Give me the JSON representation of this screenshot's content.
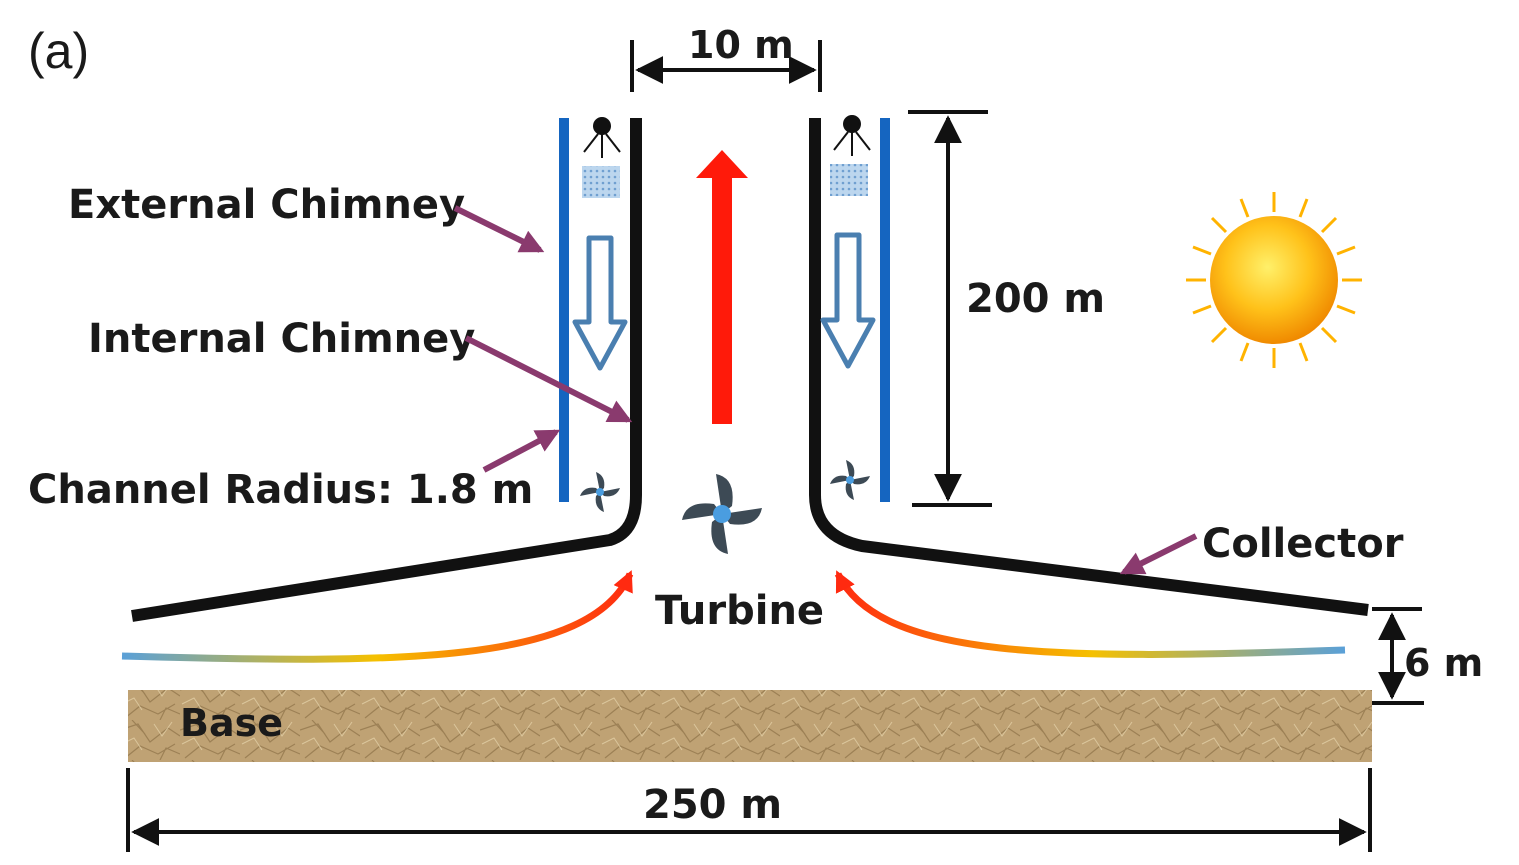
{
  "figure": {
    "panel_label": "(a)",
    "labels": {
      "external_chimney": "External Chimney",
      "internal_chimney": "Internal Chimney",
      "channel_radius": "Channel Radius: 1.8 m",
      "turbine": "Turbine",
      "collector": "Collector",
      "base": "Base"
    },
    "dimensions": {
      "chimney_diameter": "10 m",
      "chimney_height": "200 m",
      "collector_height": "6 m",
      "base_width": "250 m"
    },
    "colors": {
      "structure": "#111111",
      "external_wall": "#1565c0",
      "hot_air_arrow": "#ff1a0a",
      "down_flow_arrow": "#4a7fb0",
      "pointer_arrow": "#8a3a6e",
      "sun": "#ffb300",
      "base": "#b89a6c"
    },
    "icons": [
      "sun-icon",
      "turbine-icon",
      "sprinkler-icon",
      "mesh-pad-icon",
      "fan-icon"
    ]
  }
}
